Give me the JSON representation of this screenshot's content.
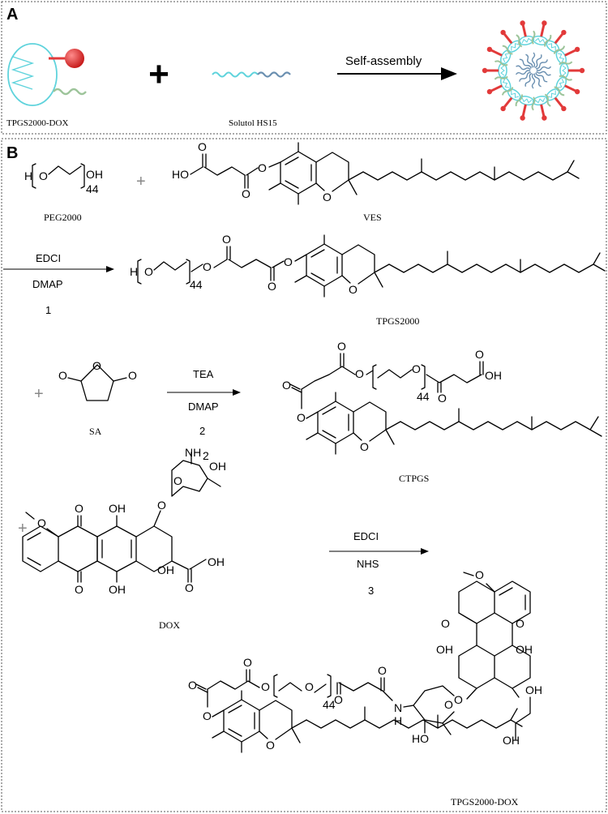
{
  "panel_a": {
    "label": "A",
    "reactant1": "TPGS2000-DOX",
    "plus": "+",
    "reactant2": "Solutol HS15",
    "process": "Self-assembly"
  },
  "panel_b": {
    "label": "B",
    "plus": "+",
    "peg": "PEG2000",
    "ves": "VES",
    "tpgs": "TPGS2000",
    "sa": "SA",
    "ctpgs": "CTPGS",
    "dox": "DOX",
    "product": "TPGS2000-DOX",
    "step1": {
      "top": "EDCI",
      "bottom": "DMAP",
      "num": "1"
    },
    "step2": {
      "top": "TEA",
      "bottom": "DMAP",
      "num": "2"
    },
    "step3": {
      "top": "EDCI",
      "bottom": "NHS",
      "num": "3"
    },
    "atoms": {
      "h": "H",
      "o": "O",
      "oh": "OH",
      "ho": "HO",
      "n": "N",
      "nh2": "NH",
      "two": "2",
      "n44": "44"
    }
  },
  "colors": {
    "cyan": "#5fd3dc",
    "red": "#e23a3a",
    "green": "#9dc49a",
    "blue": "#6a8fb0"
  }
}
